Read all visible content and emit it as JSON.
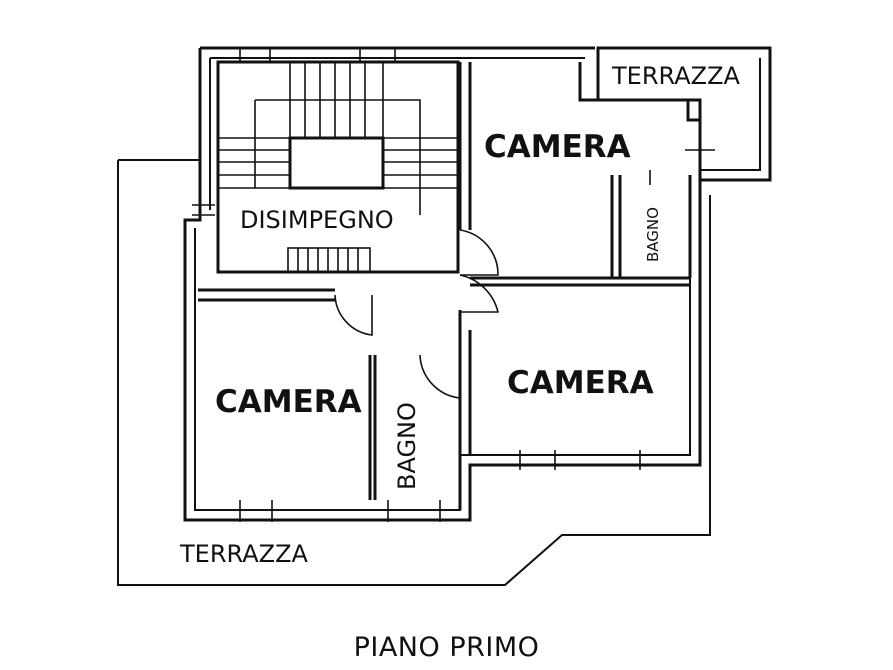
{
  "title": "PIANO PRIMO",
  "rooms": {
    "terrazza_top": "TERRAZZA",
    "camera_top_right": "CAMERA",
    "disimpegno": "DISIMPEGNO",
    "bagno_right": "BAGNO",
    "camera_left": "CAMERA",
    "bagno_center": "BAGNO",
    "camera_right": "CAMERA",
    "terrazza_bottom": "TERRAZZA"
  }
}
